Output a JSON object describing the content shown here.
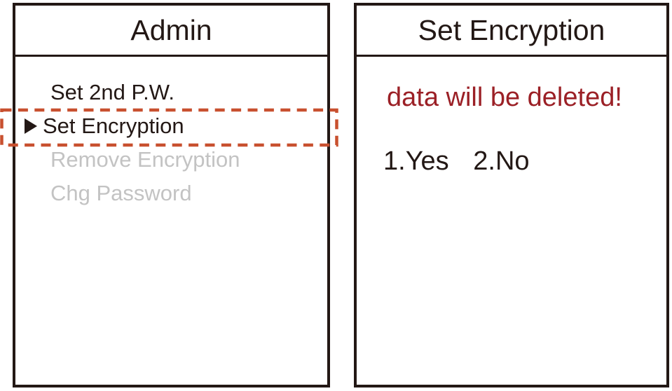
{
  "colors": {
    "ink": "#231815",
    "muted": "#c3c3c3",
    "alert": "#9b2026",
    "highlight": "#c8502f",
    "screen_bg": "#ffffff",
    "page_bg": "#ffffff"
  },
  "admin_screen": {
    "title": "Admin",
    "menu_items": [
      {
        "label": "Set 2nd P.W.",
        "state": "normal",
        "selected": false
      },
      {
        "label": "Set Encryption",
        "state": "normal",
        "selected": true
      },
      {
        "label": "Remove Encryption",
        "state": "disabled",
        "selected": false
      },
      {
        "label": "Chg Password",
        "state": "disabled",
        "selected": false
      }
    ]
  },
  "encryption_screen": {
    "title": "Set Encryption",
    "warning": "data will be deleted!",
    "options": [
      {
        "label": "1.Yes"
      },
      {
        "label": "2.No"
      }
    ]
  }
}
